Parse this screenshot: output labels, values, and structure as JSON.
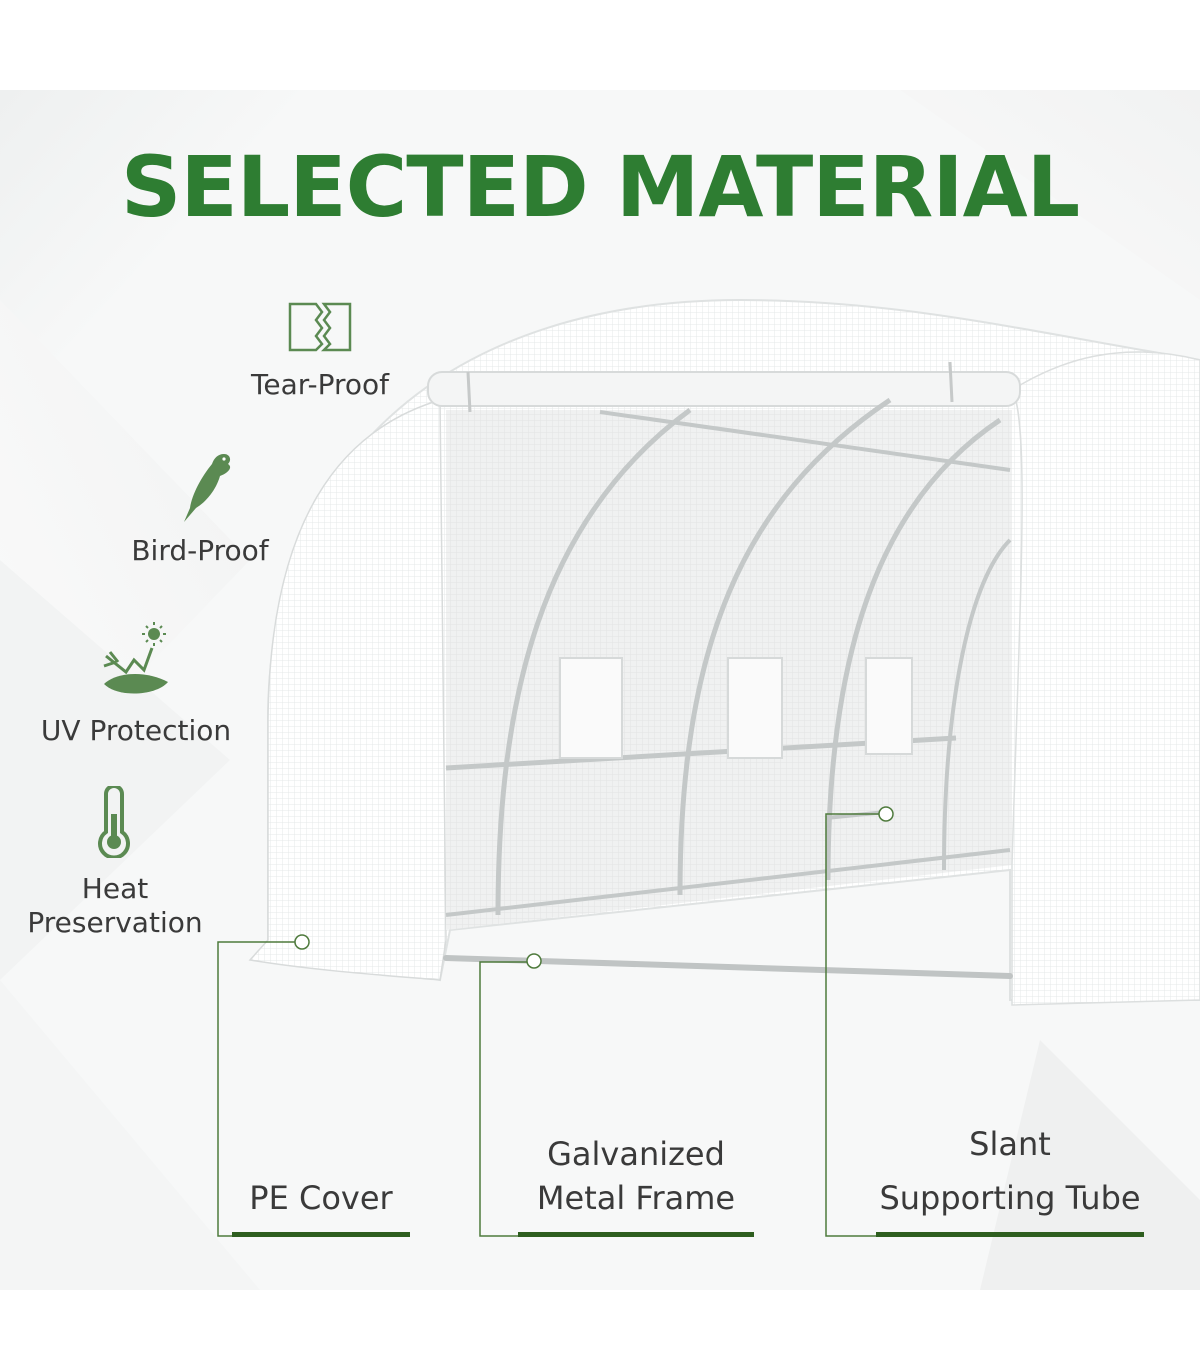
{
  "title": "SELECTED MATERIAL",
  "features": [
    {
      "label": "Tear-Proof",
      "icon": "tear-proof-icon"
    },
    {
      "label": "Bird-Proof",
      "icon": "bird-icon"
    },
    {
      "label": "UV Protection",
      "icon": "uv-protection-icon"
    },
    {
      "label": "Heat Preservation",
      "icon": "thermometer-icon"
    }
  ],
  "callouts": [
    {
      "label": "PE Cover"
    },
    {
      "label_line1": "Galvanized",
      "label_line2": "Metal Frame"
    },
    {
      "label_line1": "Slant",
      "label_line2": "Supporting Tube"
    }
  ],
  "colors": {
    "title": "#2e7d32",
    "icon": "#5b8a52",
    "callout_line": "#4e7a3c",
    "underline": "#2e5e1f"
  }
}
